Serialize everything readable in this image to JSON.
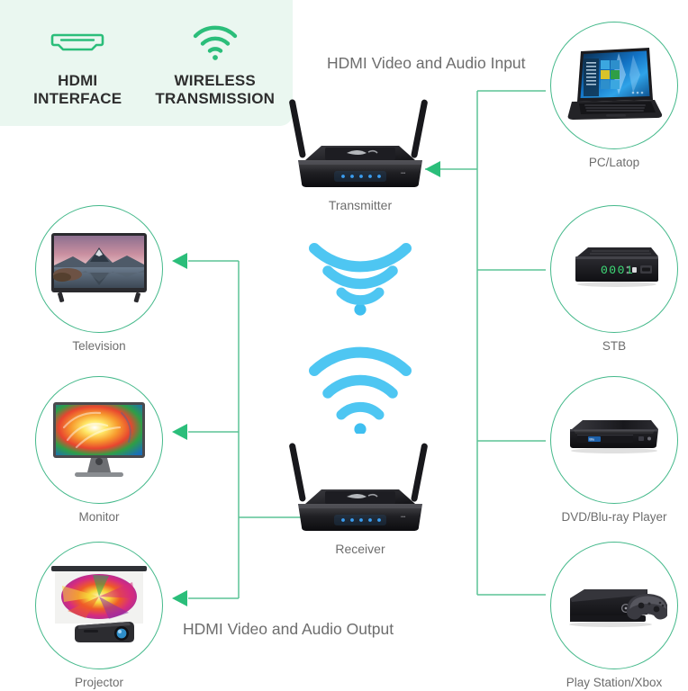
{
  "features": [
    {
      "icon": "hdmi-port-icon",
      "label_lines": [
        "HDMI",
        "INTERFACE"
      ]
    },
    {
      "icon": "wifi-signal-icon",
      "label_lines": [
        "WIRELESS",
        "TRANSMISSION"
      ]
    }
  ],
  "captions": {
    "input": "HDMI Video and Audio Input",
    "output": "HDMI Video and Audio Output"
  },
  "units": {
    "transmitter": {
      "label": "Transmitter",
      "icon": "wireless-transmitter-icon"
    },
    "receiver": {
      "label": "Receiver",
      "icon": "wireless-receiver-icon"
    }
  },
  "signals": {
    "upper": "wifi-waves-down-icon",
    "lower": "wifi-waves-up-icon"
  },
  "sources": [
    {
      "id": "pc",
      "label": "PC/Latop",
      "icon": "laptop-icon"
    },
    {
      "id": "stb",
      "label": "STB",
      "icon": "set-top-box-icon",
      "display": "0001"
    },
    {
      "id": "dvd",
      "label": "DVD/Blu-ray Player",
      "icon": "bluray-player-icon"
    },
    {
      "id": "xbox",
      "label": "Play Station/Xbox",
      "icon": "game-console-icon"
    }
  ],
  "outputs": [
    {
      "id": "tv",
      "label": "Television",
      "icon": "television-icon"
    },
    {
      "id": "mon",
      "label": "Monitor",
      "icon": "monitor-icon"
    },
    {
      "id": "proj",
      "label": "Projector",
      "icon": "projector-screen-icon"
    }
  ],
  "colors": {
    "badge_background": "#eaf7f0",
    "accent_green": "#2bbe7a",
    "line_green": "#5cc395",
    "circle_green": "#45b98b",
    "wifi_blue": "#49c4f0",
    "caption_gray": "#6d6d6d",
    "heading_dark": "#2e2e2e"
  }
}
